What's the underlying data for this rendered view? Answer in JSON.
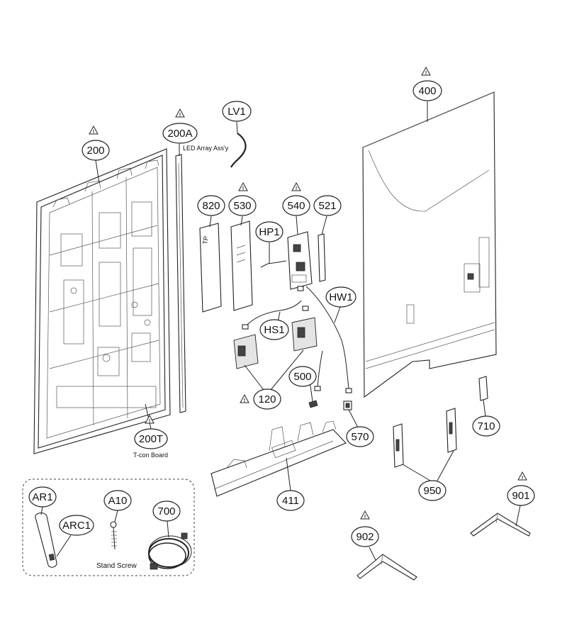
{
  "labels": {
    "p200": "200",
    "p200A": "200A",
    "pLV1": "LV1",
    "p400": "400",
    "p820": "820",
    "p530": "530",
    "p540": "540",
    "p521": "521",
    "pHP1": "HP1",
    "pHW1": "HW1",
    "pHS1": "HS1",
    "p500": "500",
    "p120": "120",
    "p200T": "200T",
    "p570": "570",
    "p710": "710",
    "p411": "411",
    "p950": "950",
    "p901": "901",
    "p902": "902",
    "pAR1": "AR1",
    "pARC1": "ARC1",
    "pA10": "A10",
    "p700": "700"
  },
  "captions": {
    "led_array": "LED Array Ass'y",
    "tcon": "T-con Board",
    "stand_screw": "Stand Screw"
  },
  "warning_mark": "!"
}
